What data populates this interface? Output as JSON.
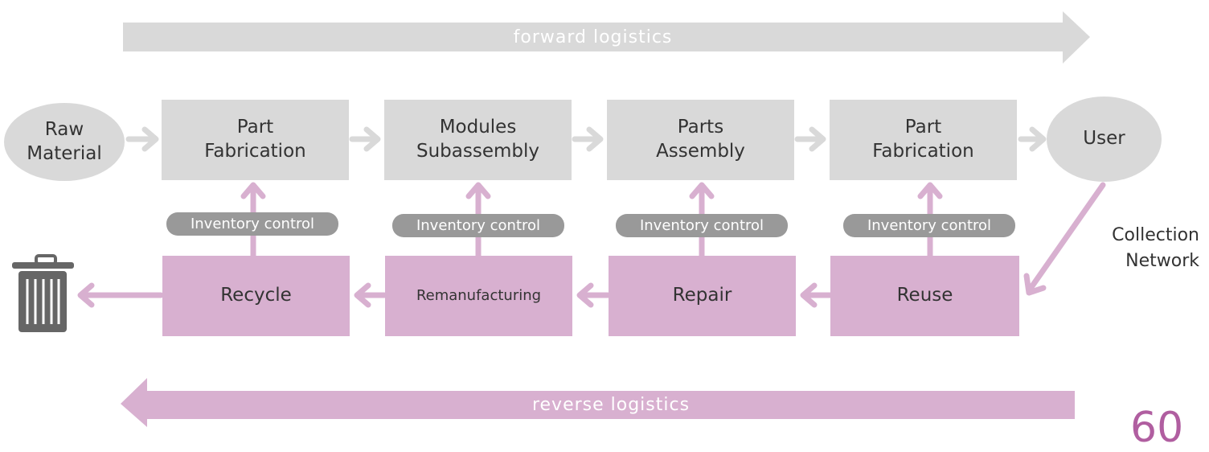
{
  "forward_logistics": "forward logistics",
  "reverse_logistics": "reverse logistics",
  "forward_nodes": {
    "raw_material": "Raw\nMaterial",
    "part_fabrication_1": "Part\nFabrication",
    "modules_subassembly": "Modules\nSubassembly",
    "parts_assembly": "Parts\nAssembly",
    "part_fabrication_2": "Part\nFabrication",
    "user": "User"
  },
  "reverse_nodes": {
    "recycle": "Recycle",
    "remanufacturing": "Remanufacturing",
    "repair": "Repair",
    "reuse": "Reuse"
  },
  "inventory_control": [
    "Inventory control",
    "Inventory control",
    "Inventory control",
    "Inventory control"
  ],
  "collection_network": "Collection\nNetwork",
  "corner_text": "60",
  "colors": {
    "forward_gray": "#d9d9d9",
    "reverse_pink": "#d8b0d0",
    "pill_gray": "#999999",
    "trash_gray": "#666666"
  },
  "icons": [
    "trash-can-icon"
  ]
}
